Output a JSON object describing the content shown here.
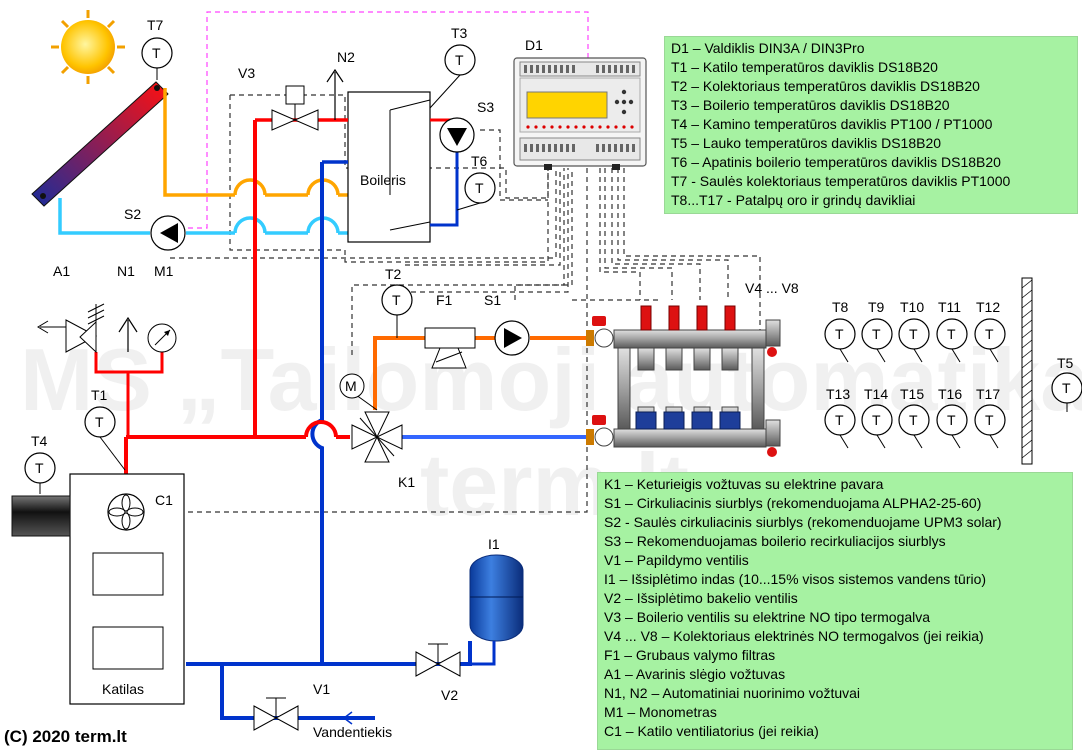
{
  "labels": {
    "t7": "T7",
    "v3": "V3",
    "n2": "N2",
    "t3": "T3",
    "d1": "D1",
    "s3": "S3",
    "t6": "T6",
    "boiler": "Boileris",
    "s2": "S2",
    "a1": "A1",
    "n1": "N1",
    "m1": "M1",
    "t2": "T2",
    "f1": "F1",
    "s1": "S1",
    "v4v8": "V4 ... V8",
    "t8": "T8",
    "t9": "T9",
    "t10": "T10",
    "t11": "T11",
    "t12": "T12",
    "t13": "T13",
    "t14": "T14",
    "t15": "T15",
    "t16": "T16",
    "t17": "T17",
    "t5": "T5",
    "t1": "T1",
    "t4": "T4",
    "c1": "C1",
    "k1": "K1",
    "m_motor": "M",
    "katilas": "Katilas",
    "i1": "I1",
    "v1": "V1",
    "v2": "V2",
    "vandentiekis": "Vandentiekis",
    "t_symbol": "T"
  },
  "watermark": {
    "line1": "MS „Tailomoji automatika“",
    "line2": "term.lt"
  },
  "legend_top": [
    "D1 – Valdiklis DIN3A / DIN3Pro",
    "T1 – Katilo temperatūros daviklis DS18B20",
    "T2 – Kolektoriaus temperatūros daviklis DS18B20",
    "T3 – Boilerio temperatūros daviklis DS18B20",
    "T4 – Kamino temperatūros daviklis PT100 / PT1000",
    "T5 – Lauko temperatūros daviklis DS18B20",
    "T6 – Apatinis boilerio temperatūros daviklis DS18B20",
    "T7 - Saulės kolektoriaus temperatūros daviklis PT1000",
    "T8...T17 - Patalpų oro ir grindų davikliai"
  ],
  "legend_bottom": [
    "K1 – Keturieigis vožtuvas su elektrine pavara",
    "S1 – Cirkuliacinis siurblys (rekomenduojama ALPHA2-25-60)",
    "S2 - Saulės cirkuliacinis siurblys (rekomenduojame UPM3 solar)",
    "S3 – Rekomenduojamas boilerio recirkuliacijos siurblys",
    "V1 – Papildymo ventilis",
    "I1 – Išsiplėtimo indas (10...15% visos sistemos vandens tūrio)",
    "V2 – Išsiplėtimo bakelio ventilis",
    "V3 – Boilerio ventilis su elektrine NO tipo termogalva",
    "V4 ... V8 – Kolektoriaus elektrinės NO termogalvos (jei reikia)",
    "F1 – Grubaus valymo filtras",
    "A1 – Avarinis slėgio vožtuvas",
    "N1, N2 – Automatiniai nuorinimo vožtuvai",
    "M1 – Monometras",
    "C1 – Katilo ventiliatorius (jei reikia)"
  ],
  "copyright": "(C) 2020 term.lt",
  "colors": {
    "hot": "#ff0000",
    "cold": "#0033cc",
    "solar": "#ffa500",
    "solar_cold": "#33ccff",
    "supply_orange": "#ff6a00",
    "return_blue": "#3366ff",
    "legend_bg": "#a6f2a2",
    "signal": "#333333",
    "control_pink": "#ff44ff",
    "tank": "#0a44aa"
  }
}
